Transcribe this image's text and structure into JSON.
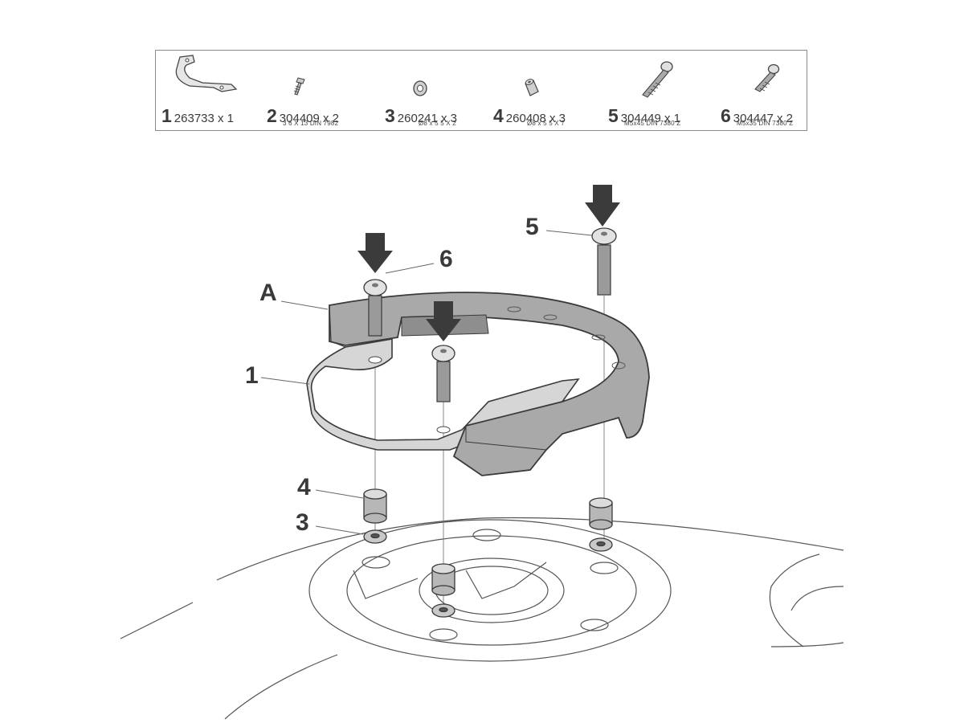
{
  "parts": [
    {
      "number": "1",
      "code": "263733 x 1",
      "spec": "",
      "icon": "bracket-plate-icon"
    },
    {
      "number": "2",
      "code": "304409 x 2",
      "spec": "3 6 X 13 DIN 7982",
      "icon": "small-screw-icon"
    },
    {
      "number": "3",
      "code": "260241 x 3",
      "spec": "Ø8 x 5 5 X 2",
      "icon": "washer-icon"
    },
    {
      "number": "4",
      "code": "260408 x 3",
      "spec": "Ø8 x 5 5 X 7",
      "icon": "spacer-icon"
    },
    {
      "number": "5",
      "code": "304449 x 1",
      "spec": "M5x45 DIN 7380 Z",
      "icon": "long-bolt-icon"
    },
    {
      "number": "6",
      "code": "304447 x 2",
      "spec": "M5x35 DIN 7380 Z",
      "icon": "bolt-icon"
    }
  ],
  "callouts": {
    "ring_label": "A",
    "plate_label": "1",
    "spacer_label": "4",
    "washer_label": "3",
    "long_bolt_label": "5",
    "bolt_label": "6"
  },
  "colors": {
    "line": "#3a3a3a",
    "ring_fill": "#a9a9a9",
    "plate_fill": "#d6d6d6",
    "arrow": "#3b3b3b"
  }
}
